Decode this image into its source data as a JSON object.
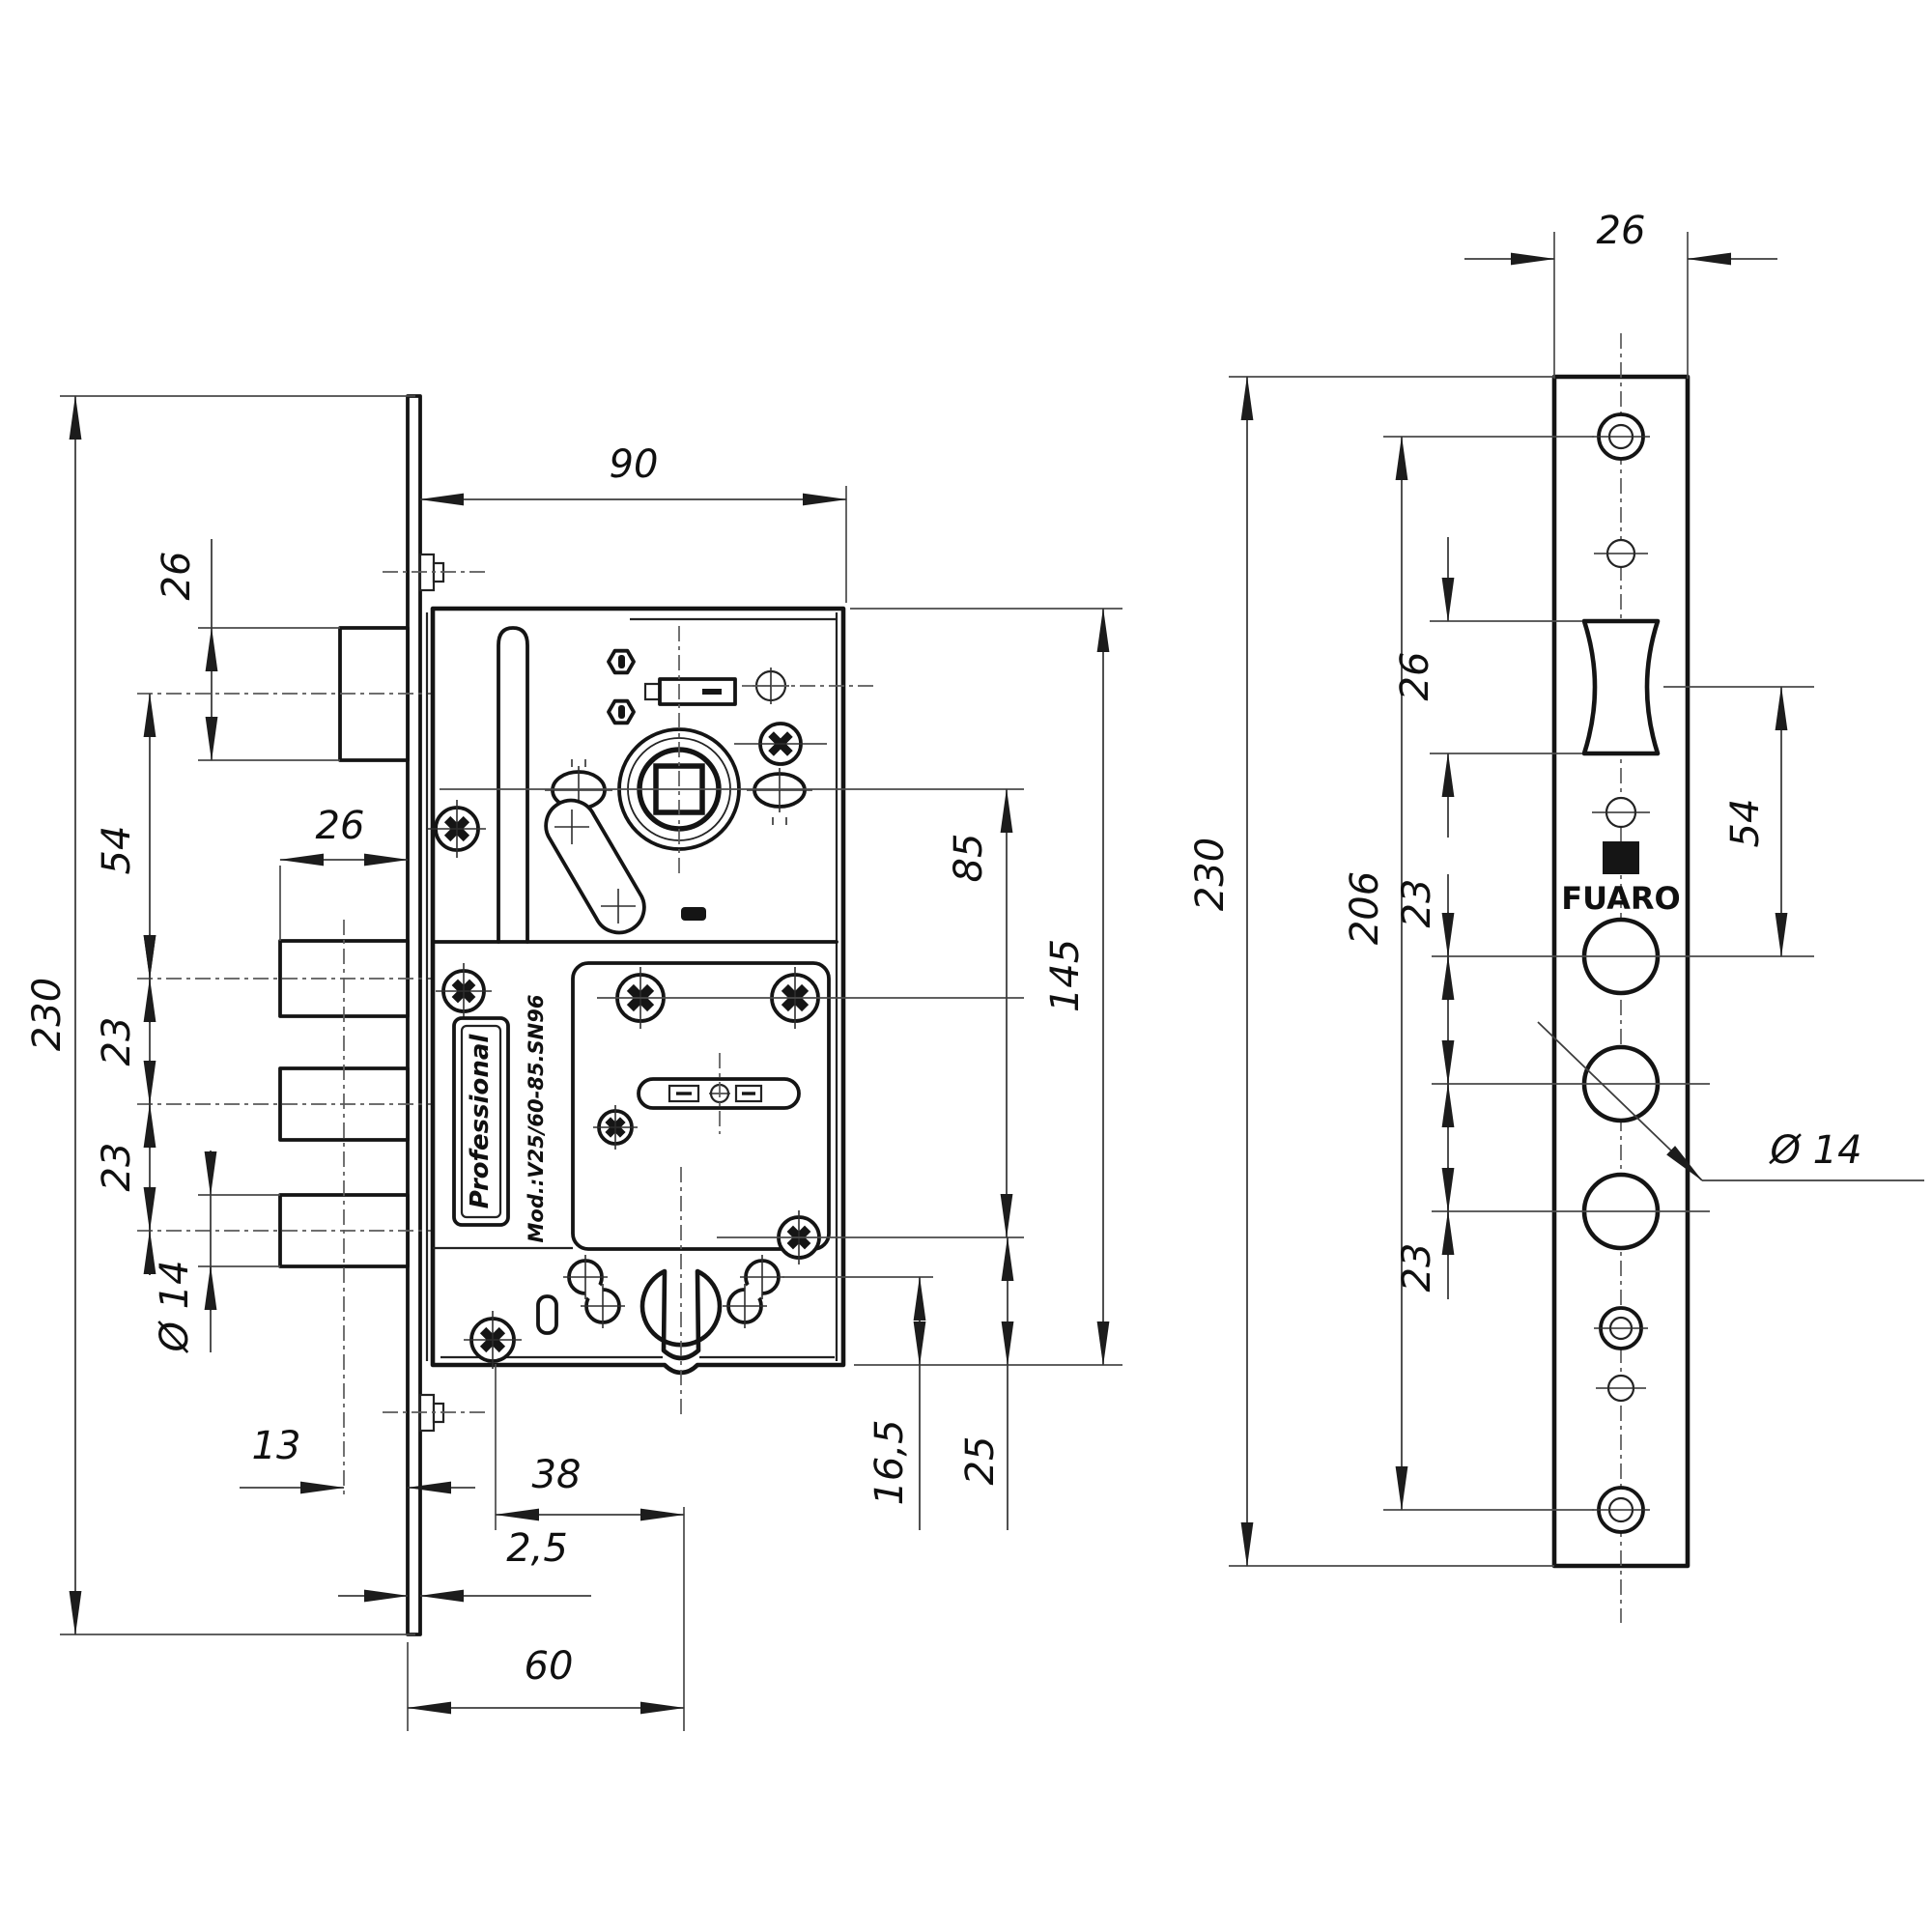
{
  "drawing": {
    "left_view": {
      "dim_overall_height": "230",
      "dim_latch_height": "26",
      "dim_latch_to_bolts": "54",
      "dim_bolt_width": "26",
      "dim_bolt_spacing_top": "23",
      "dim_bolt_spacing_bottom": "23",
      "dim_bolt_diameter": "Ø 14",
      "dim_bolt_overhang": "13",
      "dim_faceplate_thickness": "2,5",
      "dim_backset": "60",
      "dim_screw_to_cylinder": "38",
      "dim_body_to_hole": "16,5",
      "dim_body_to_screw": "25",
      "dim_follower_to_cylinder": "85",
      "dim_body_height": "145",
      "dim_body_width": "90",
      "brand_plate": "Professional",
      "model": "Mod.:V25/60-85.SN96"
    },
    "right_view": {
      "dim_plate_width": "26",
      "dim_overall_height": "230",
      "dim_screw_spacing": "206",
      "dim_latch_opening": "26",
      "dim_hole_spacing_top": "23",
      "dim_hole_spacing_bottom": "23",
      "dim_latch_to_hole": "54",
      "dim_hole_diameter": "Ø 14",
      "brand": "FUARO"
    }
  }
}
